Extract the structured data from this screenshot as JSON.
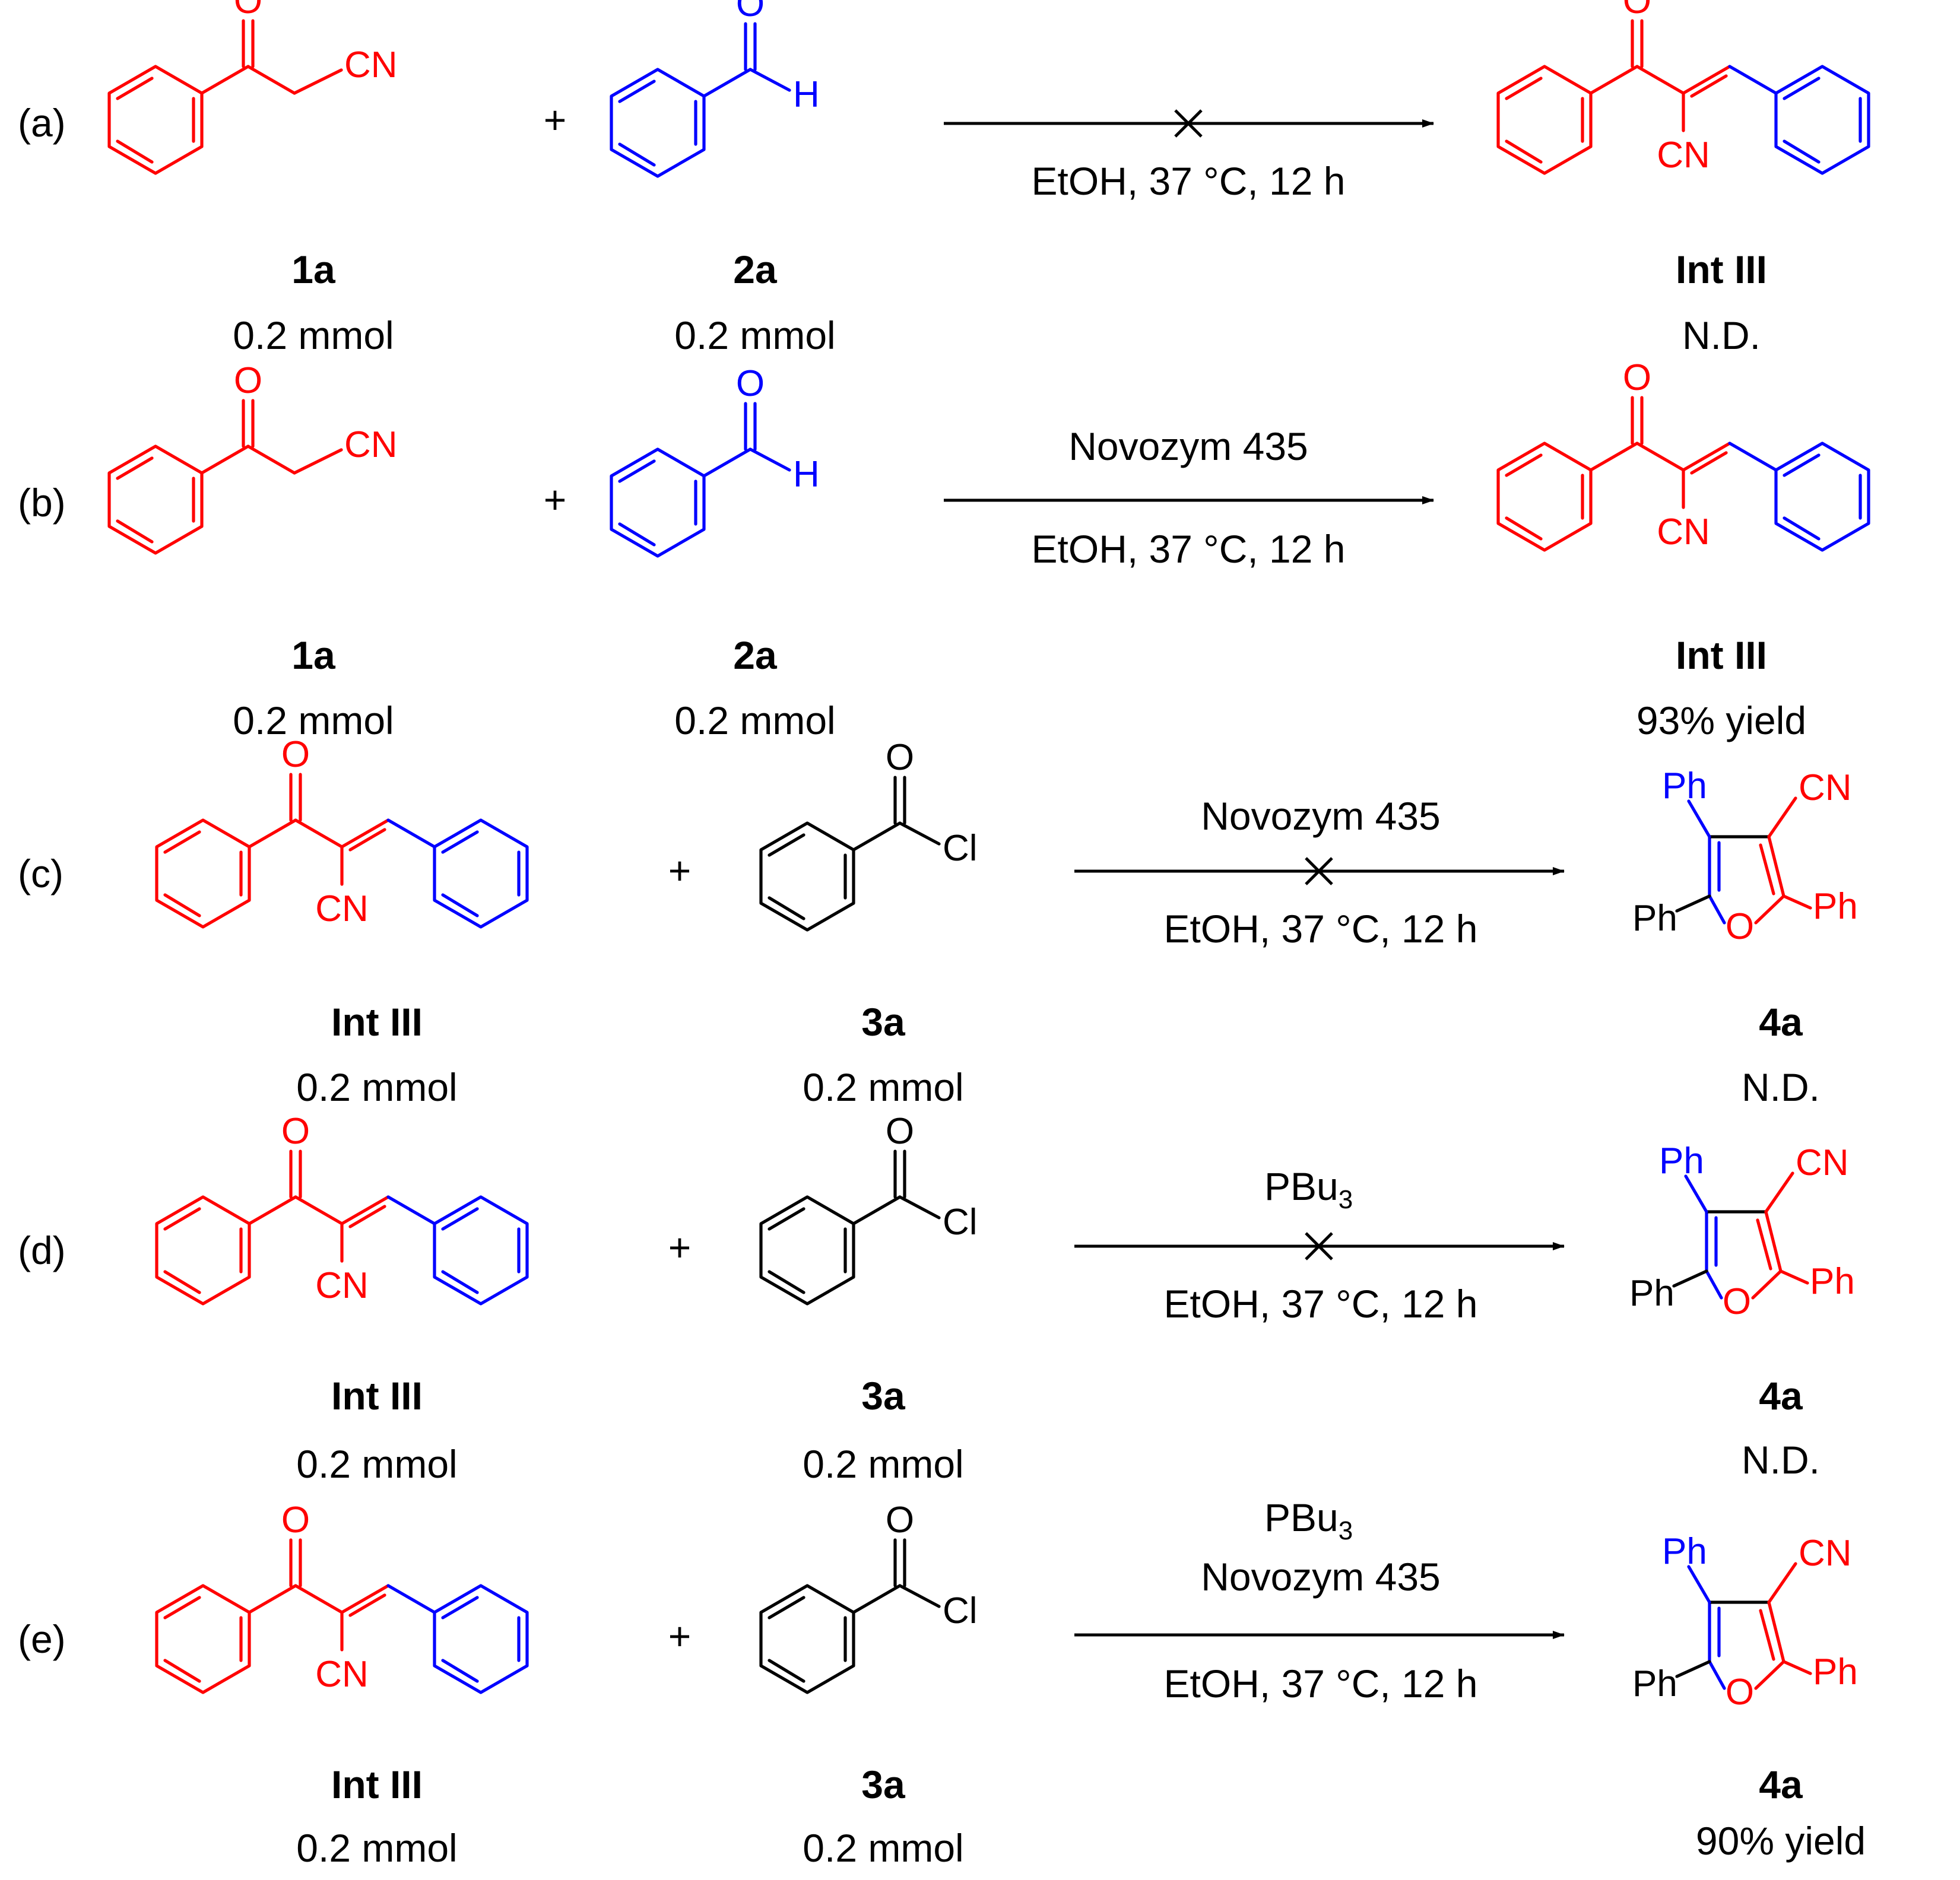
{
  "schemes": [
    {
      "label": "(a)",
      "reactant1": {
        "id": "1a",
        "amount": "0.2 mmol"
      },
      "reactant2": {
        "id": "2a",
        "amount": "0.2 mmol"
      },
      "plus": "+",
      "conditions_above": [],
      "conditions_below": "EtOH, 37 °C, 12 h",
      "blocked": true,
      "product": {
        "id": "Int III",
        "result": "N.D."
      }
    },
    {
      "label": "(b)",
      "reactant1": {
        "id": "1a",
        "amount": "0.2 mmol"
      },
      "reactant2": {
        "id": "2a",
        "amount": "0.2 mmol"
      },
      "plus": "+",
      "conditions_above": [
        "Novozym 435"
      ],
      "conditions_below": "EtOH, 37 °C, 12 h",
      "blocked": false,
      "product": {
        "id": "Int III",
        "result": "93% yield"
      }
    },
    {
      "label": "(c)",
      "reactant1": {
        "id": "Int III",
        "amount": "0.2 mmol"
      },
      "reactant2": {
        "id": "3a",
        "amount": "0.2 mmol"
      },
      "plus": "+",
      "conditions_above": [
        "Novozym 435"
      ],
      "conditions_below": "EtOH, 37 °C, 12 h",
      "blocked": true,
      "product": {
        "id": "4a",
        "result": "N.D."
      }
    },
    {
      "label": "(d)",
      "reactant1": {
        "id": "Int III",
        "amount": "0.2 mmol"
      },
      "reactant2": {
        "id": "3a",
        "amount": "0.2 mmol"
      },
      "plus": "+",
      "conditions_above": [
        "PBu3"
      ],
      "conditions_below": "EtOH, 37 °C, 12 h",
      "blocked": true,
      "product": {
        "id": "4a",
        "result": "N.D."
      }
    },
    {
      "label": "(e)",
      "reactant1": {
        "id": "Int III",
        "amount": "0.2 mmol"
      },
      "reactant2": {
        "id": "3a",
        "amount": "0.2 mmol"
      },
      "plus": "+",
      "conditions_above": [
        "PBu3",
        "Novozym 435"
      ],
      "conditions_below": "EtOH, 37 °C, 12 h",
      "blocked": false,
      "product": {
        "id": "4a",
        "result": "90% yield"
      }
    }
  ],
  "atom_labels": {
    "oxygen": "O",
    "nitrile": "CN",
    "hydrogen": "H",
    "chlorine": "Cl",
    "phenyl": "Ph",
    "pbu": "PBu",
    "pbu_sub": "3"
  },
  "colors": {
    "red": "#ff0000",
    "blue": "#0000ff",
    "black": "#000000"
  }
}
